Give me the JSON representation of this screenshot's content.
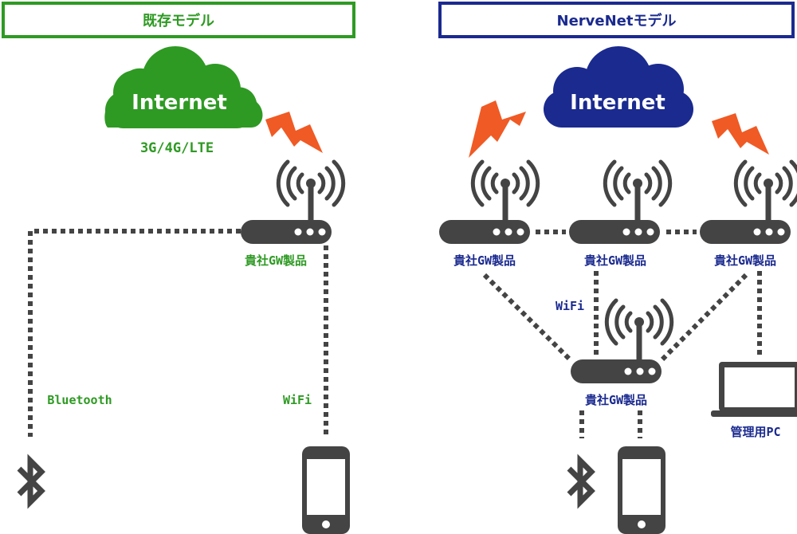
{
  "left": {
    "title": "既存モデル",
    "cloud_label": "Internet",
    "network_label": "3G/4G/LTE",
    "gateway_label": "貴社GW製品",
    "link_bluetooth": "Bluetooth",
    "link_wifi": "WiFi"
  },
  "right": {
    "title": "NerveNetモデル",
    "cloud_label": "Internet",
    "gateway_labels": [
      "貴社GW製品",
      "貴社GW製品",
      "貴社GW製品",
      "貴社GW製品"
    ],
    "link_wifi": "WiFi",
    "pc_label": "管理用PC"
  },
  "colors": {
    "green": "#2e9a23",
    "blue": "#1a2a8f",
    "device": "#444444",
    "lightning": "#f05a24"
  },
  "icons": [
    "cloud-icon",
    "lightning-icon",
    "antenna-icon",
    "router-icon",
    "bluetooth-icon",
    "smartphone-icon",
    "laptop-icon"
  ]
}
